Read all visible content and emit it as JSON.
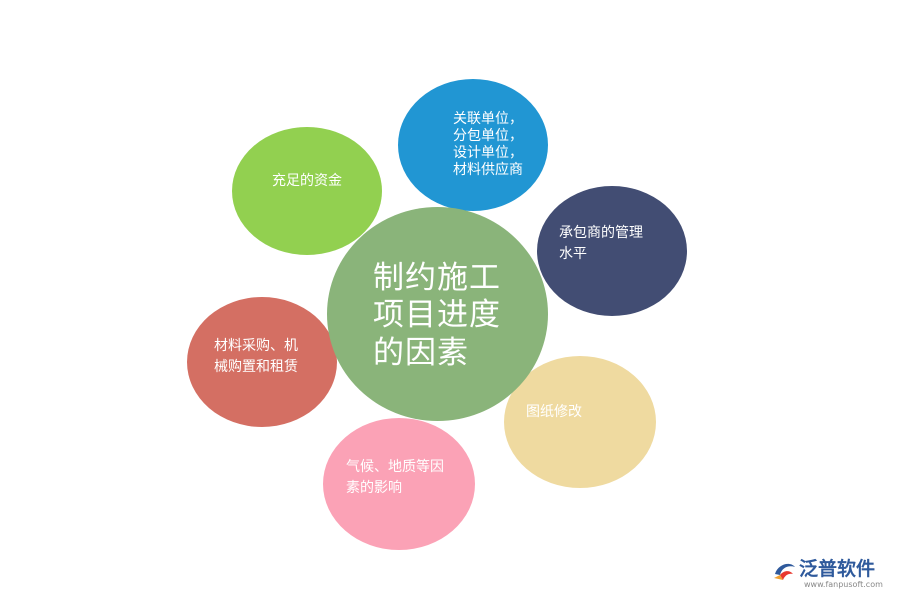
{
  "center": {
    "label": "制约施工\n项目进度\n的因素"
  },
  "factors": {
    "funds": "充足的资金",
    "units": "关联单位，\n分包单位，\n设计单位，\n材料供应商",
    "contractor": "承包商的管理\n水平",
    "materials": "材料采购、机\n械购置和租赁",
    "drawings": "图纸修改",
    "weather": "气候、地质等因\n素的影响"
  },
  "colors": {
    "funds": "#92d050",
    "units": "#2196d3",
    "contractor": "#424d73",
    "materials": "#d46f63",
    "drawings": "#efdaa0",
    "weather": "#fba2b6",
    "center": "#8ab47a"
  },
  "logo": {
    "name": "泛普软件",
    "url": "www.fanpusoft.com",
    "icon": "fanpu-logo-icon"
  }
}
